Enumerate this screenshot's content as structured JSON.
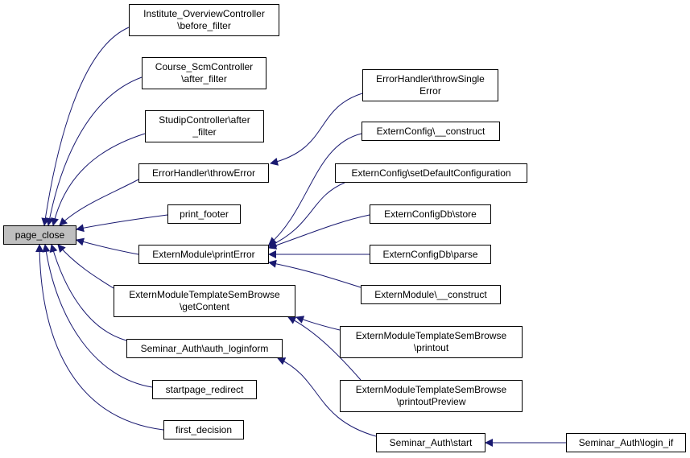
{
  "colors": {
    "edge": "#191970",
    "root_fill": "#bfbfbf",
    "node_fill": "#ffffff",
    "border": "#000000"
  },
  "nodes": {
    "page_close": [
      "page_close"
    ],
    "institute_overview": [
      "Institute_OverviewController",
      "\\before_filter"
    ],
    "course_scm": [
      "Course_ScmController",
      "\\after_filter"
    ],
    "studip_controller": [
      "StudipController\\after",
      "_filter"
    ],
    "errorhandler_throwerror": [
      "ErrorHandler\\throwError"
    ],
    "print_footer": [
      "print_footer"
    ],
    "externmodule_printerror": [
      "ExternModule\\printError"
    ],
    "template_getcontent": [
      "ExternModuleTemplateSemBrowse",
      "\\getContent"
    ],
    "auth_loginform": [
      "Seminar_Auth\\auth_loginform"
    ],
    "startpage_redirect": [
      "startpage_redirect"
    ],
    "first_decision": [
      "first_decision"
    ],
    "errorhandler_throwsingle": [
      "ErrorHandler\\throwSingle",
      "Error"
    ],
    "externconfig_construct": [
      "ExternConfig\\__construct"
    ],
    "externconfig_setdefault": [
      "ExternConfig\\setDefaultConfiguration"
    ],
    "externconfigdb_store": [
      "ExternConfigDb\\store"
    ],
    "externconfigdb_parse": [
      "ExternConfigDb\\parse"
    ],
    "externmodule_construct": [
      "ExternModule\\__construct"
    ],
    "template_printout": [
      "ExternModuleTemplateSemBrowse",
      "\\printout"
    ],
    "template_printoutpreview": [
      "ExternModuleTemplateSemBrowse",
      "\\printoutPreview"
    ],
    "seminar_auth_start": [
      "Seminar_Auth\\start"
    ],
    "seminar_auth_login_if": [
      "Seminar_Auth\\login_if"
    ]
  },
  "edges": [
    [
      "institute_overview",
      "page_close"
    ],
    [
      "course_scm",
      "page_close"
    ],
    [
      "studip_controller",
      "page_close"
    ],
    [
      "errorhandler_throwerror",
      "page_close"
    ],
    [
      "print_footer",
      "page_close"
    ],
    [
      "externmodule_printerror",
      "page_close"
    ],
    [
      "template_getcontent",
      "page_close"
    ],
    [
      "auth_loginform",
      "page_close"
    ],
    [
      "startpage_redirect",
      "page_close"
    ],
    [
      "first_decision",
      "page_close"
    ],
    [
      "errorhandler_throwsingle",
      "errorhandler_throwerror"
    ],
    [
      "externconfig_construct",
      "externmodule_printerror"
    ],
    [
      "externconfig_setdefault",
      "externmodule_printerror"
    ],
    [
      "externconfigdb_store",
      "externmodule_printerror"
    ],
    [
      "externconfigdb_parse",
      "externmodule_printerror"
    ],
    [
      "externmodule_construct",
      "externmodule_printerror"
    ],
    [
      "template_printout",
      "template_getcontent"
    ],
    [
      "template_printoutpreview",
      "template_getcontent"
    ],
    [
      "seminar_auth_start",
      "auth_loginform"
    ],
    [
      "seminar_auth_login_if",
      "seminar_auth_start"
    ]
  ]
}
